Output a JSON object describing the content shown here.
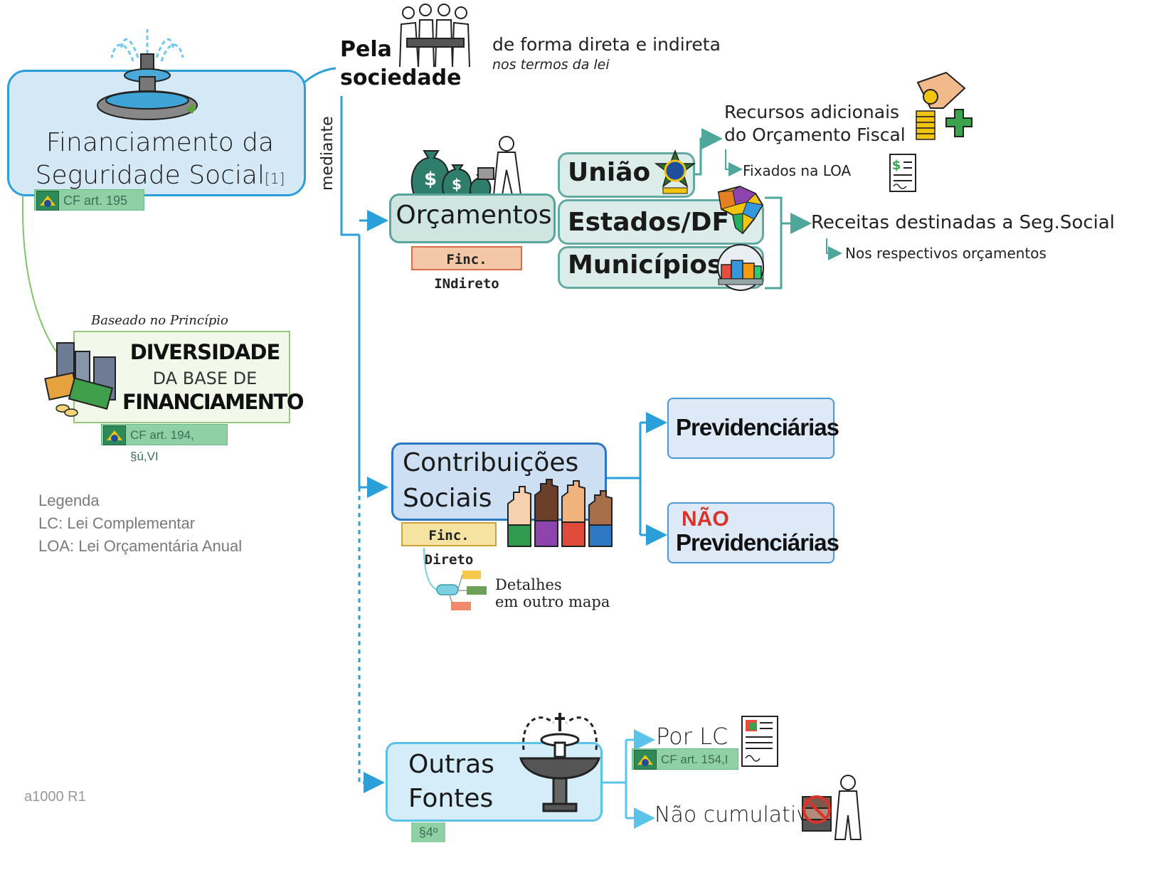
{
  "main": {
    "title_line1": "Financiamento da",
    "title_line2": "Seguridade Social",
    "note": "[1]",
    "cf_ref": "CF art. 195",
    "icon": "fountain-icon"
  },
  "pela": {
    "line1": "Pela",
    "line2": "sociedade",
    "detail1": "de forma direta e indireta",
    "detail2": "nos termos da lei",
    "icon": "people-group-icon"
  },
  "mediante": "mediante",
  "principio": {
    "caption": "Baseado no Princípio",
    "line1": "DIVERSIDADE",
    "line2": "DA BASE DE",
    "line3": "FINANCIAMENTO",
    "cf_ref": "CF art. 194, §ú,VI",
    "icon": "city-money-icon"
  },
  "legenda": {
    "title": "Legenda",
    "lc": "LC: Lei Complementar",
    "loa": "LOA: Lei Orçamentária Anual"
  },
  "version": "a1000 R1",
  "orcamentos": {
    "label": "Orçamentos",
    "ribbon": "Finc. INdireto",
    "icon": "money-bags-icon",
    "uniao": "União",
    "estados": "Estados/DF",
    "municipios": "Municípios",
    "recursos_line1": "Recursos adicionais",
    "recursos_line2": "do Orçamento Fiscal",
    "fixados": "Fixados na LOA",
    "receitas": "Receitas destinadas a Seg.Social",
    "respectivos": "Nos respectivos orçamentos"
  },
  "contribuicoes": {
    "line1": "Contribuições",
    "line2": "Sociais",
    "ribbon": "Finc. Direto",
    "detalhes_line1": "Detalhes",
    "detalhes_line2": "em outro mapa",
    "prev": "Previdenciárias",
    "nao": "NÃO",
    "nao_prev": "Previdenciárias",
    "icon": "raised-hands-icon"
  },
  "outras": {
    "line1": "Outras",
    "line2": "Fontes",
    "badge": "§4º",
    "por_lc": "Por LC",
    "cf_ref": "CF art. 154,I",
    "nao_cumulativo": "Não cumulativo",
    "icon": "fountain-icon"
  },
  "colors": {
    "main_border": "#2a9fd8",
    "orcamentos_border": "#56a49a",
    "contribuicoes_border": "#2b77c3",
    "outras_border": "#5bc3ea",
    "cf_green": "#8fd0a4",
    "nao_red": "#d9332a"
  }
}
